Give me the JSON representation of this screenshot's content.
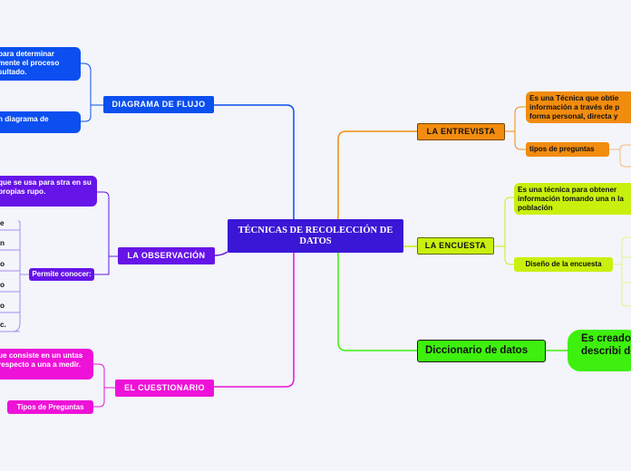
{
  "center": {
    "label": "TÉCNICAS DE RECOLECCIÓN DE DATOS",
    "color": "#3a17d6"
  },
  "left": {
    "diagrama": {
      "label": "DIAGRAMA DE FLUJO",
      "color": "#0b4ff0",
      "note1": "para determinar mente el proceso sultado.",
      "note2": "n diagrama de"
    },
    "observacion": {
      "label": "LA OBSERVACIÓN",
      "color": "#6614e8",
      "note": "que se usa para stra en su propias rupo.",
      "connector": "Permite conocer:",
      "items": [
        "e",
        "n",
        "o",
        "o",
        "o",
        "c."
      ]
    },
    "cuestionario": {
      "label": "EL CUESTIONARIO",
      "color": "#ee12d8",
      "note": "ue consiste en un untas respecto a una a medir.",
      "tipos": "Tipos de Preguntas"
    }
  },
  "right": {
    "entrevista": {
      "label": "LA ENTREVISTA",
      "color": "#f28c0f",
      "note": "Es una Técnica que obtie información a través de p forma personal, directa y",
      "tipos": "tipos de preguntas"
    },
    "encuesta": {
      "label": "LA ENCUESTA",
      "color": "#c8f00e",
      "note": "Es una técnica para obtener información tomando una n la población",
      "diseno": "Diseño de la encuesta"
    },
    "diccionario": {
      "label": "Diccionario de datos",
      "color": "#3ef00e",
      "note": "Es creado describi de:"
    }
  }
}
